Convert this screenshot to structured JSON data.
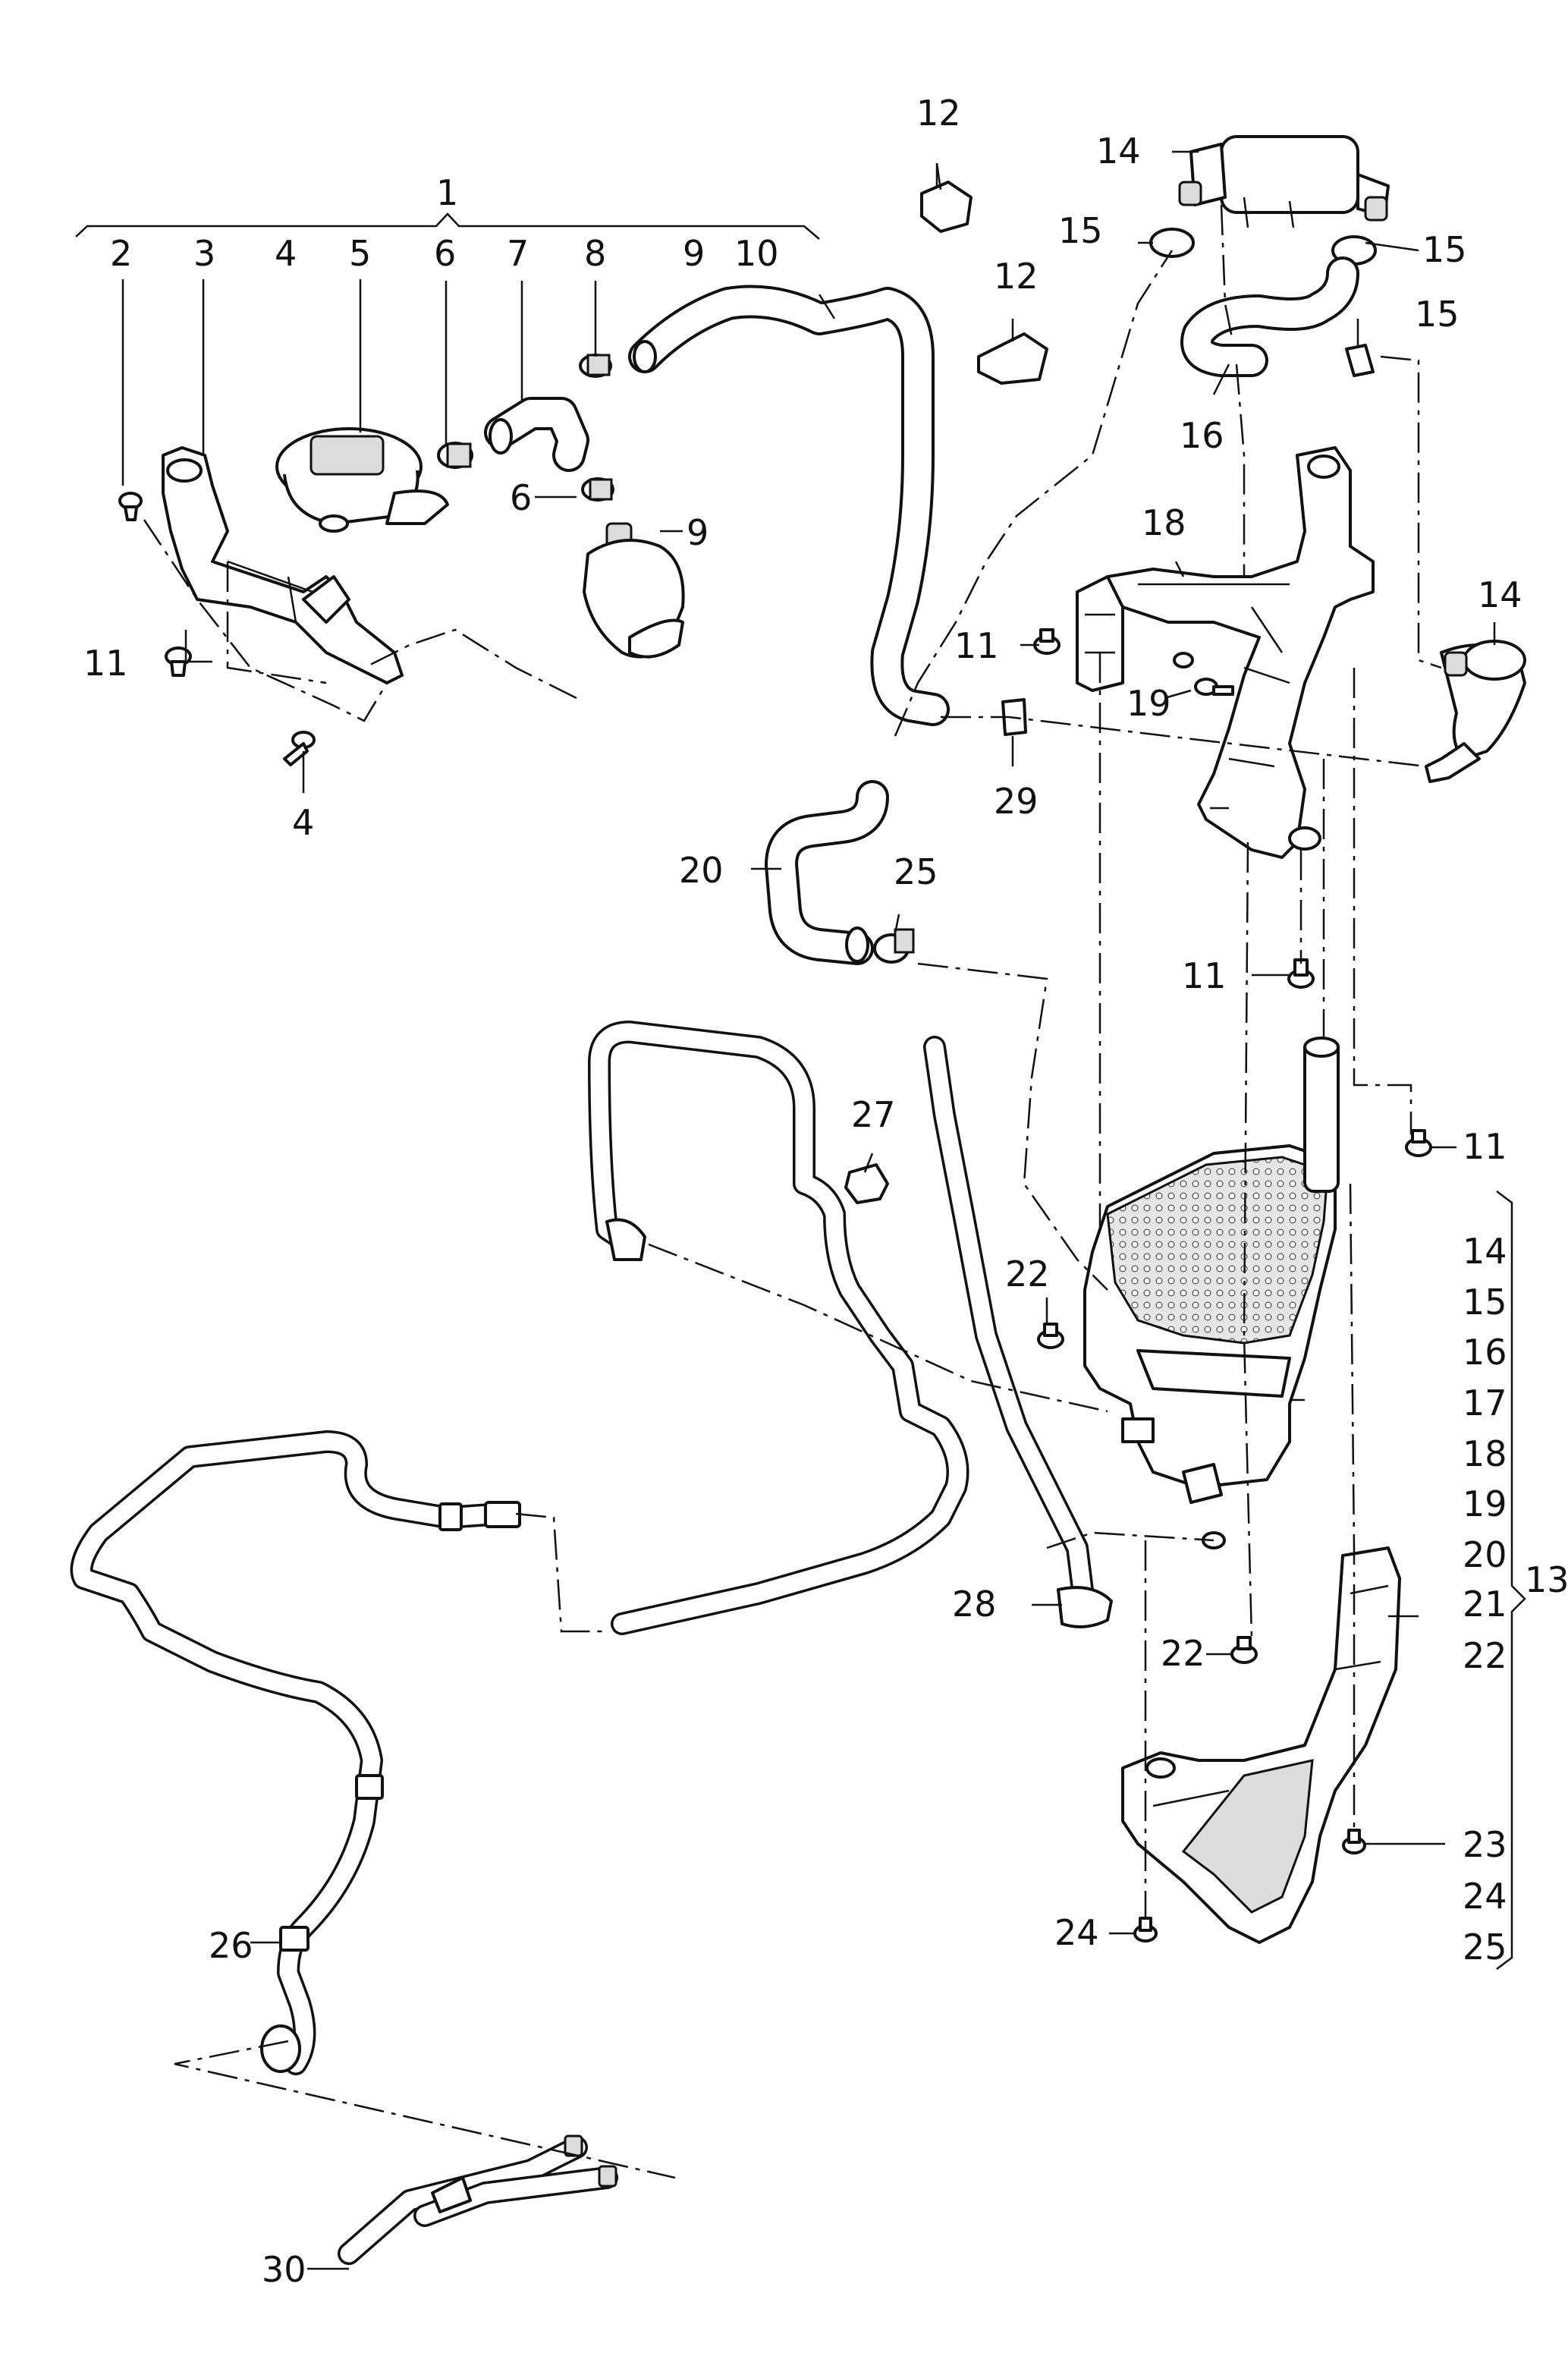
{
  "callouts": {
    "c1": "1",
    "c2": "2",
    "c3": "3",
    "c4a": "4",
    "c5": "5",
    "c6a": "6",
    "c7": "7",
    "c8": "8",
    "c9a": "9",
    "c10": "10",
    "c6b": "6",
    "c9b": "9",
    "c11a": "11",
    "c4b": "4",
    "c12a": "12",
    "c12b": "12",
    "c14a": "14",
    "c15a": "15",
    "c15b": "15",
    "c15c": "15",
    "c16": "16",
    "c18": "18",
    "c11b": "11",
    "c19": "19",
    "c29": "29",
    "c14b": "14",
    "c20": "20",
    "c25": "25",
    "c11c": "11",
    "c11d": "11",
    "c27": "27",
    "c22a": "22",
    "c28": "28",
    "c22b": "22",
    "c24": "24",
    "c23": "23",
    "c21": "21",
    "c26": "26",
    "c30": "30",
    "c13": "13"
  },
  "group13": [
    "14",
    "15",
    "16",
    "17",
    "18",
    "19",
    "20",
    "21",
    "22",
    "23",
    "24",
    "25"
  ]
}
